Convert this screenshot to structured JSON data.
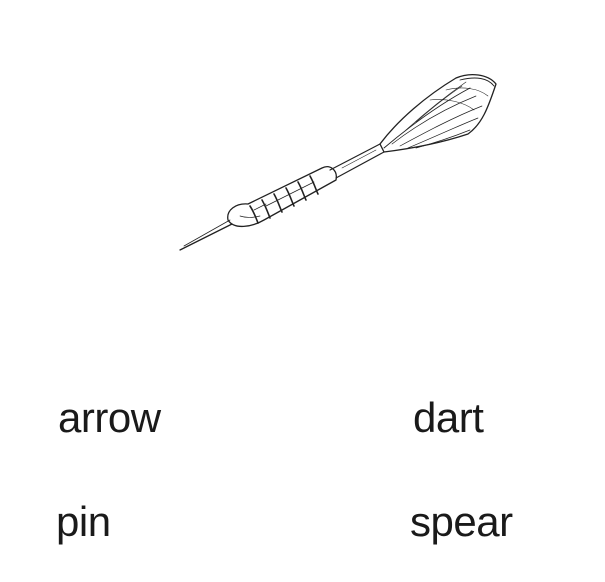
{
  "picture": {
    "icon": "dart-icon"
  },
  "choices": [
    {
      "label": "arrow"
    },
    {
      "label": "dart"
    },
    {
      "label": "pin"
    },
    {
      "label": "spear"
    }
  ]
}
